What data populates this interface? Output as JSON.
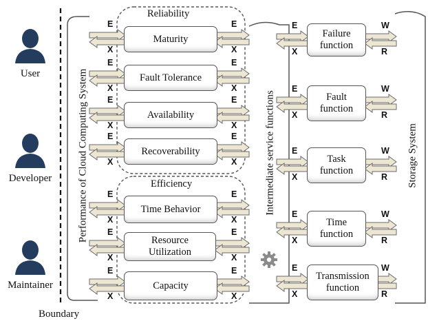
{
  "actors": [
    {
      "label": "User"
    },
    {
      "label": "Developer"
    },
    {
      "label": "Maintainer"
    }
  ],
  "boundary_label": "Boundary",
  "system_label": "Performance of Cloud Computing System",
  "intermediate_label": "Intermediate service functions",
  "storage_label": "Storage System",
  "groups": {
    "reliability": "Reliability",
    "efficiency": "Efficiency"
  },
  "characteristics": [
    {
      "label": "Maturity"
    },
    {
      "label": "Fault Tolerance"
    },
    {
      "label": "Availability"
    },
    {
      "label": "Recoverability"
    },
    {
      "label": "Time Behavior"
    },
    {
      "label": "Resource Utilization"
    },
    {
      "label": "Capacity"
    }
  ],
  "service_functions": [
    {
      "label": "Failure function"
    },
    {
      "label": "Fault function"
    },
    {
      "label": "Task function"
    },
    {
      "label": "Time function"
    },
    {
      "label": "Transmission function"
    }
  ],
  "io_labels": {
    "entry": "E",
    "exit": "X",
    "write": "W",
    "read": "R"
  },
  "colors": {
    "arrow_fill": "#ece6d3",
    "arrow_stroke": "#6a6a6a",
    "actor_fill": "#243d5e",
    "box_border": "#555555"
  }
}
